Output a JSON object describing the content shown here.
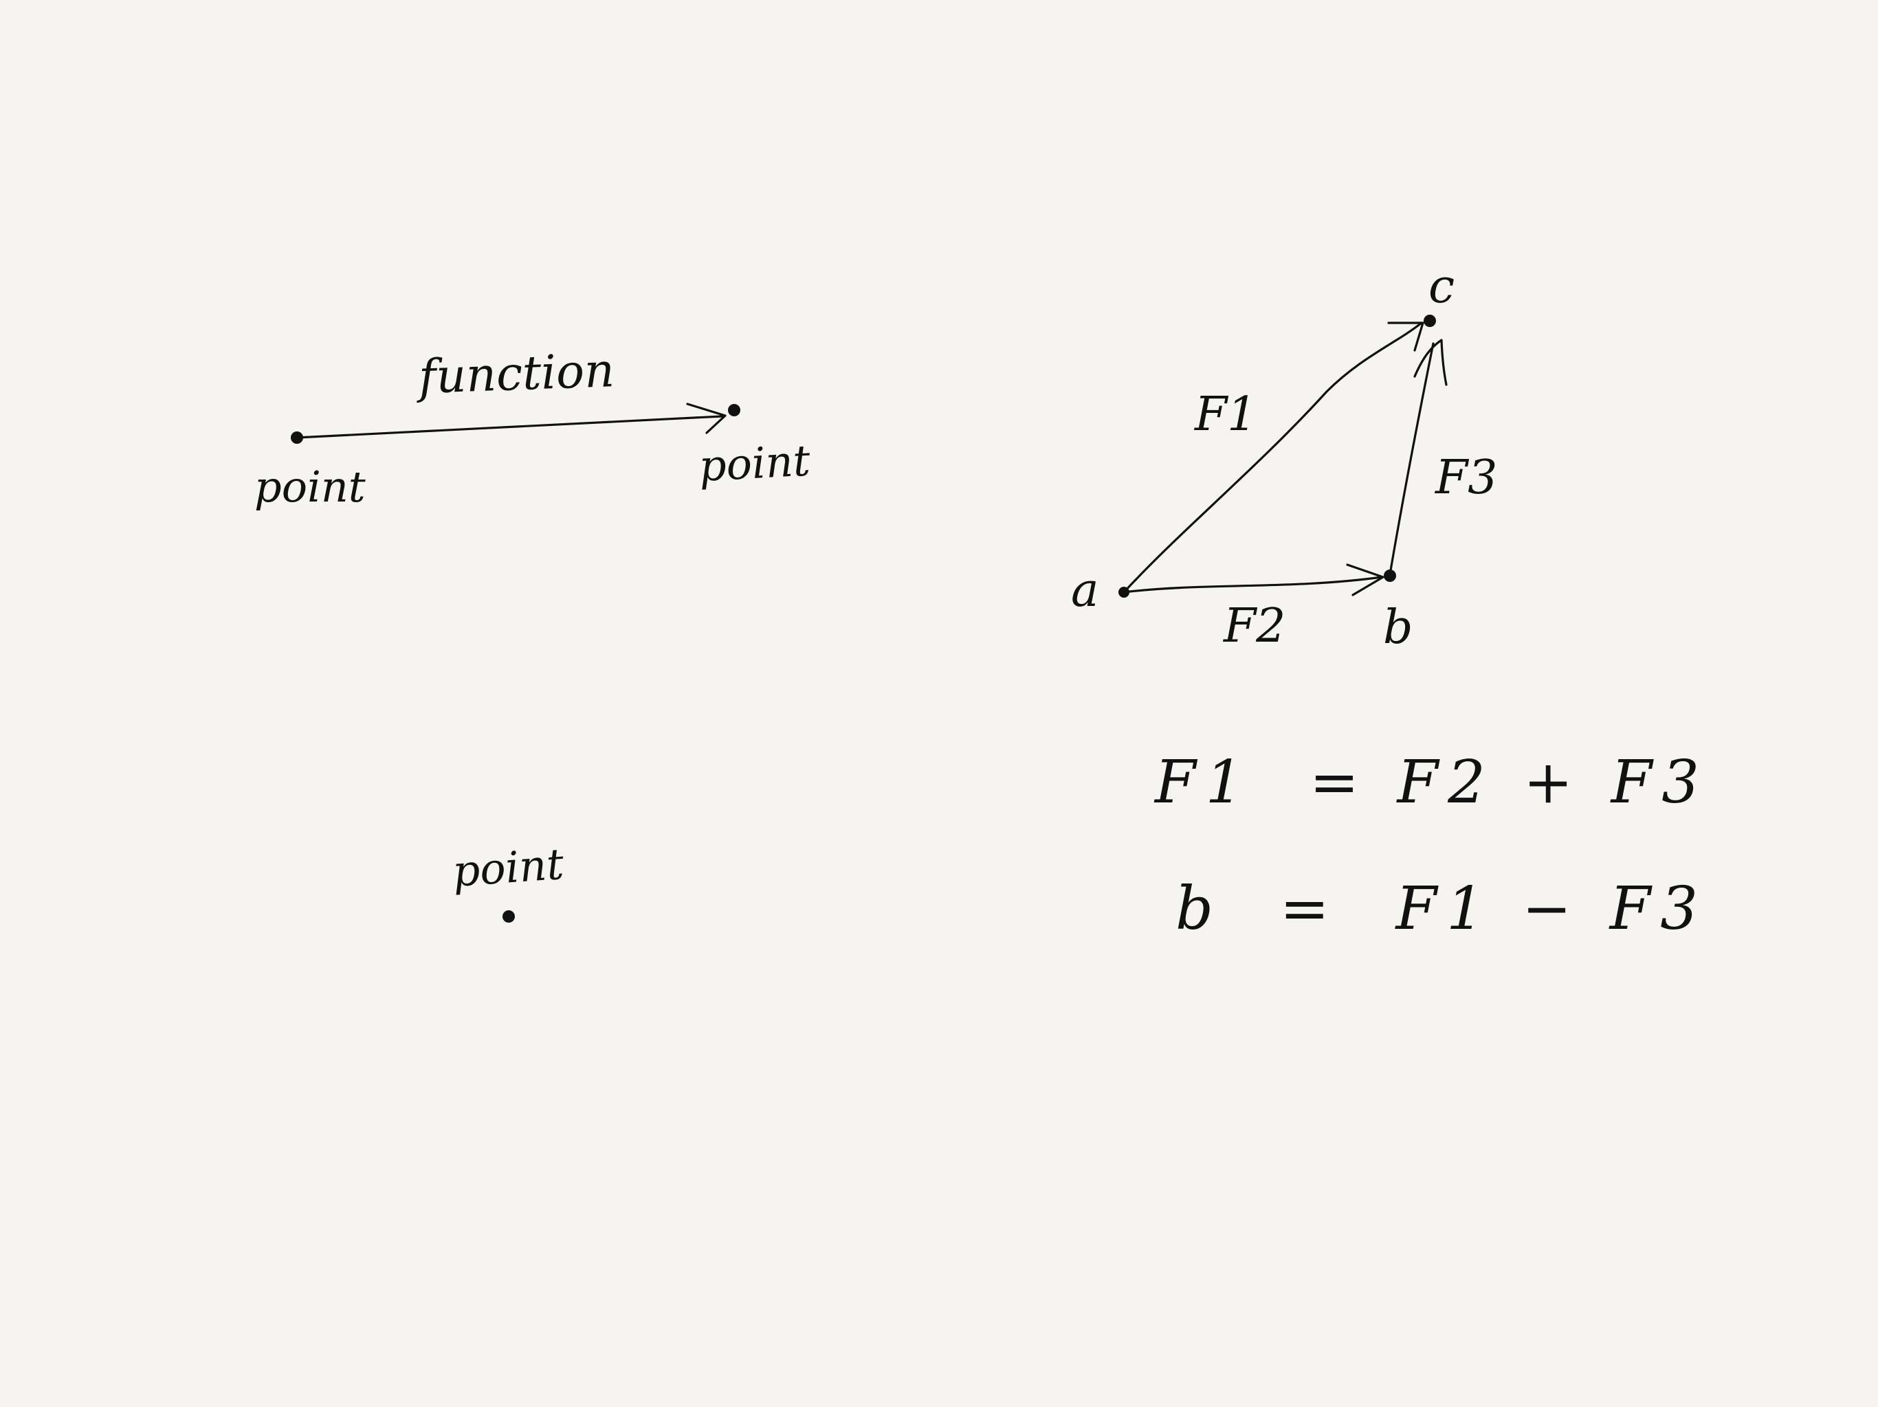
{
  "background_color": "#f5f4f0",
  "ink_color": "#111111",
  "left_diagram": {
    "arrow_label": "function",
    "source_label": "point",
    "target_label": "point",
    "lone_point_label": "point"
  },
  "triangle": {
    "vertex_a": "a",
    "vertex_b": "b",
    "vertex_c": "c",
    "edge_ac": "F1",
    "edge_ab": "F2",
    "edge_bc": "F3"
  },
  "equations": {
    "line1": "F1  = F2 + F3",
    "line2": "b  =  F1 − F3"
  }
}
